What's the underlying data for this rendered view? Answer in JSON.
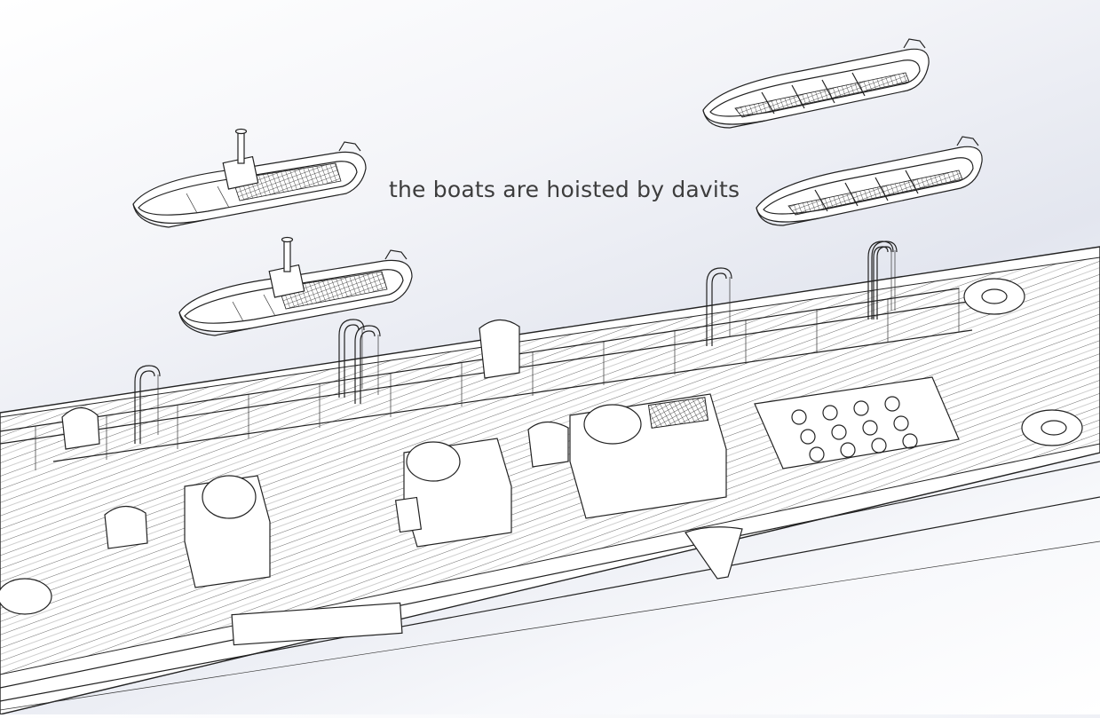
{
  "caption": "the boats are hoisted by davits",
  "colors": {
    "background": "#e6e8f0",
    "lines": "#222222",
    "caption": "#3d3d3d"
  },
  "boats": [
    "motor-boat",
    "motor-boat",
    "lifeboat",
    "lifeboat"
  ],
  "davits_count": 6
}
